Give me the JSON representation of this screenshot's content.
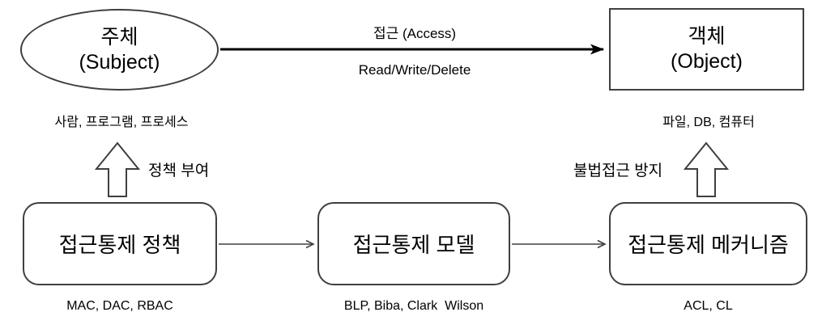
{
  "subject": {
    "title": "주체",
    "subtitle": "(Subject)",
    "caption": "사람, 프로그램, 프로세스"
  },
  "object": {
    "title": "객체",
    "subtitle": "(Object)",
    "caption": "파일, DB, 컴퓨터"
  },
  "access": {
    "label_top": "접근 (Access)",
    "label_bottom": "Read/Write/Delete"
  },
  "policy_arrow": {
    "label": "정책 부여"
  },
  "prevention_arrow": {
    "label": "불법접근 방지"
  },
  "boxes": [
    {
      "label": "접근통제 정책",
      "caption": "MAC, DAC, RBAC"
    },
    {
      "label": "접근통제 모델",
      "caption": "BLP, Biba, Clark  Wilson"
    },
    {
      "label": "접근통제 메커니즘",
      "caption": "ACL, CL"
    }
  ],
  "colors": {
    "outline": "#3f3f3f",
    "arrow": "#000000",
    "text": "#000000",
    "background": "#ffffff"
  }
}
